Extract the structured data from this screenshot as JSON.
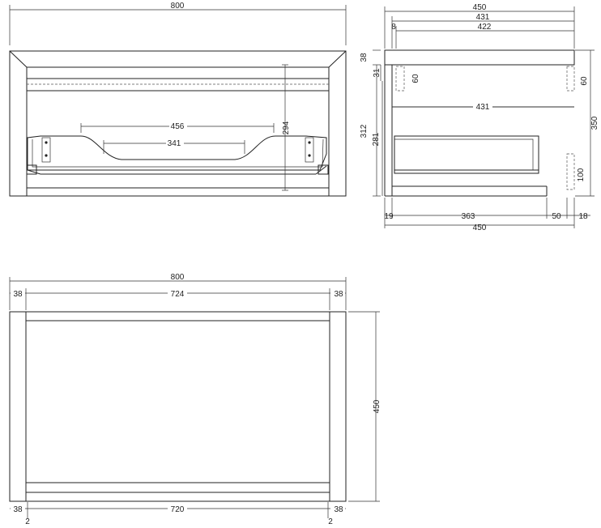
{
  "front_view": {
    "overall_width": "800",
    "basin_outer": "456",
    "basin_inner": "341",
    "basin_height": "294"
  },
  "side_view": {
    "depth_total": "450",
    "depth_431": "431",
    "depth_422": "422",
    "top_small": "8",
    "top_thickness": "38",
    "gap_31": "31",
    "height_312": "312",
    "height_281": "281",
    "height_350": "350",
    "bracket_left": "60",
    "bracket_right": "60",
    "inner_431": "431",
    "drawer_bracket": "100",
    "bottom_19": "19",
    "bottom_363": "363",
    "bottom_50": "50",
    "bottom_18": "18",
    "bottom_450": "450"
  },
  "plan_view": {
    "overall_width": "800",
    "side_left": "38",
    "inner_width": "724",
    "side_right": "38",
    "depth": "450",
    "bottom_left": "38",
    "bottom_inner": "720",
    "bottom_right": "38",
    "offset_left": "2",
    "offset_right": "2"
  }
}
